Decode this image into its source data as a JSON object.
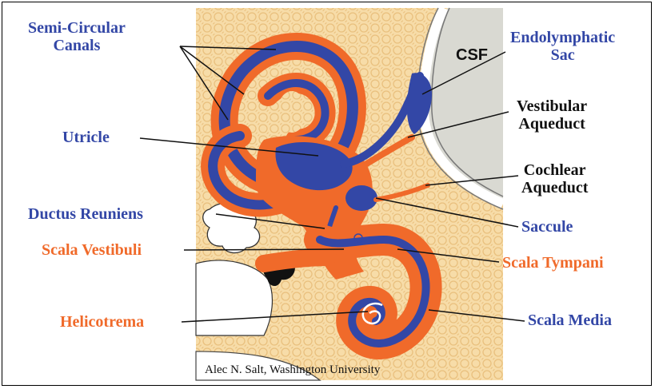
{
  "labels": {
    "semicircular": "Semi-Circular\nCanals",
    "endolymphatic": "Endolymphatic\nSac",
    "utricle": "Utricle",
    "vestibular_aqueduct": "Vestibular\nAqueduct",
    "cochlear_aqueduct": "Cochlear\nAqueduct",
    "ductus_reuniens": "Ductus Reuniens",
    "saccule": "Saccule",
    "scala_vestibuli": "Scala Vestibuli",
    "scala_tympani": "Scala Tympani",
    "helicotrema": "Helicotrema",
    "scala_media": "Scala Media",
    "csf": "CSF"
  },
  "credit": "Alec N. Salt, Washington University",
  "colors": {
    "perilymph": "#f06a2a",
    "endolymph": "#3347a6",
    "bone": "#f7d9a8",
    "csf_region": "#d9d9d2",
    "label_blue": "#3347a6",
    "label_orange": "#f06a2a",
    "label_black": "#111111"
  }
}
